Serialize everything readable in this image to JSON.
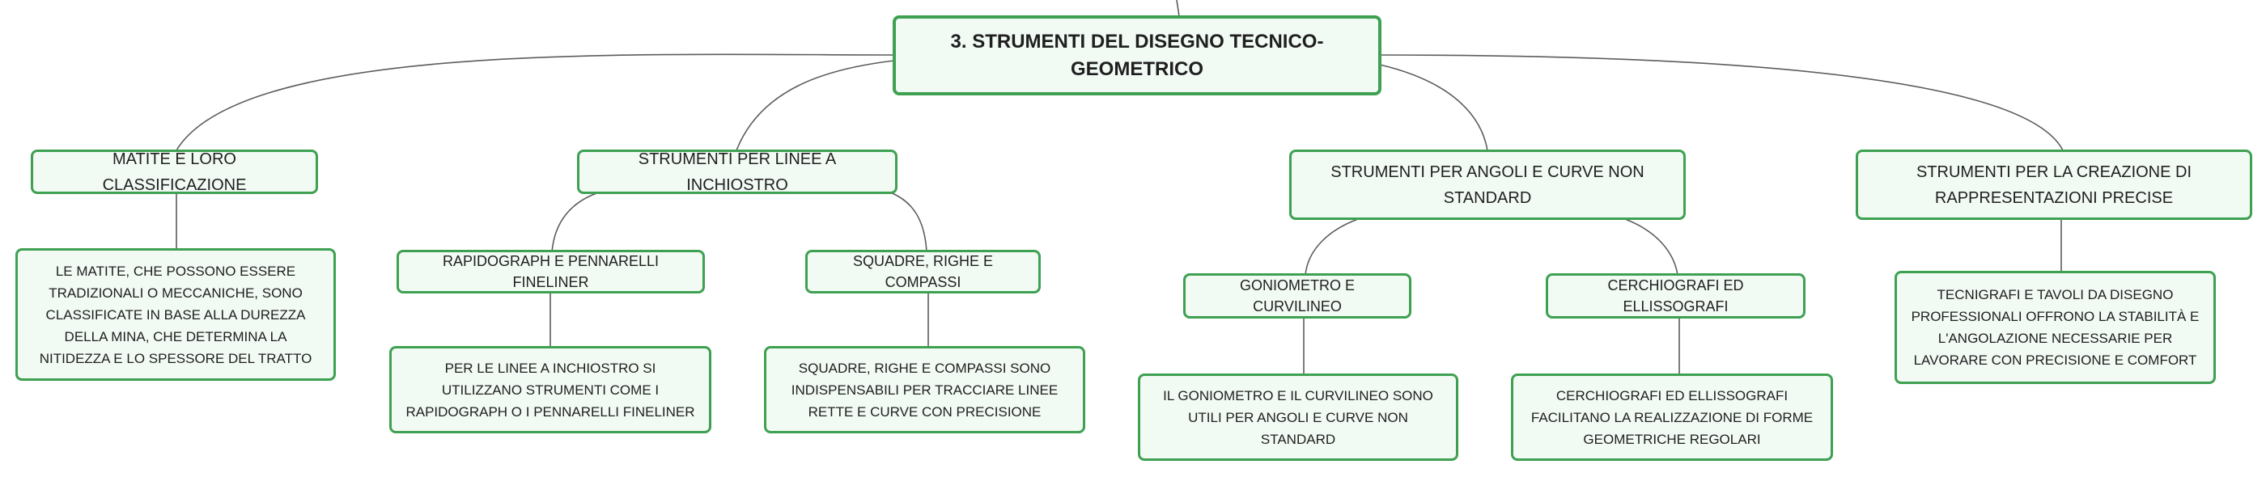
{
  "root": {
    "title": "3. STRUMENTI DEL DISEGNO TECNICO-GEOMETRICO"
  },
  "branches": [
    {
      "label": "MATITE E LORO CLASSIFICAZIONE",
      "detail": "LE MATITE, CHE POSSONO ESSERE TRADIZIONALI O MECCANICHE, SONO CLASSIFICATE IN BASE ALLA DUREZZA DELLA MINA, CHE DETERMINA LA NITIDEZZA E LO SPESSORE DEL TRATTO"
    },
    {
      "label": "STRUMENTI PER LINEE A INCHIOSTRO",
      "children": [
        {
          "label": "RAPIDOGRAPH E PENNARELLI FINELINER",
          "detail": "PER LE LINEE A INCHIOSTRO SI UTILIZZANO STRUMENTI COME I RAPIDOGRAPH O I PENNARELLI FINELINER"
        },
        {
          "label": "SQUADRE, RIGHE E COMPASSI",
          "detail": "SQUADRE, RIGHE E COMPASSI SONO INDISPENSABILI PER TRACCIARE LINEE RETTE E CURVE CON PRECISIONE"
        }
      ]
    },
    {
      "label": "STRUMENTI PER ANGOLI E CURVE NON STANDARD",
      "children": [
        {
          "label": "GONIOMETRO E CURVILINEO",
          "detail": "IL GONIOMETRO E IL CURVILINEO SONO UTILI PER ANGOLI E CURVE NON STANDARD"
        },
        {
          "label": "CERCHIOGRAFI ED ELLISSOGRAFI",
          "detail": "CERCHIOGRAFI ED ELLISSOGRAFI FACILITANO LA REALIZZAZIONE DI FORME GEOMETRICHE REGOLARI"
        }
      ]
    },
    {
      "label": "STRUMENTI PER LA CREAZIONE DI RAPPRESENTAZIONI PRECISE",
      "detail": "TECNIGRAFI E TAVOLI DA DISEGNO PROFESSIONALI OFFRONO LA STABILITÀ E L'ANGOLAZIONE NECESSARIE PER LAVORARE CON PRECISIONE E COMFORT"
    }
  ],
  "colors": {
    "border": "#3ea152",
    "fill": "#f2faf4",
    "connector": "#5c5c5c"
  }
}
